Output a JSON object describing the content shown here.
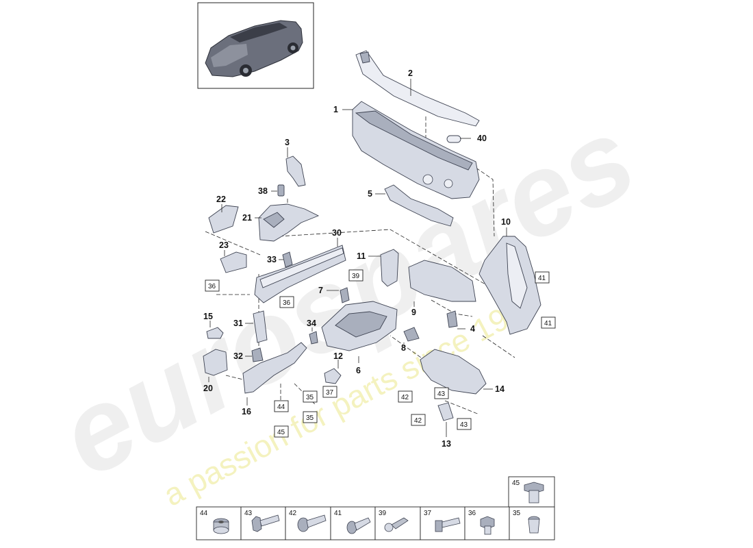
{
  "watermark": {
    "brand": "eurospares",
    "tagline": "a passion for parts since 1985"
  },
  "callouts": {
    "p1": "1",
    "p2": "2",
    "p3": "3",
    "p4": "4",
    "p5": "5",
    "p6": "6",
    "p7": "7",
    "p8": "8",
    "p9": "9",
    "p10": "10",
    "p11": "11",
    "p12": "12",
    "p13": "13",
    "p14": "14",
    "p15": "15",
    "p16": "16",
    "p20": "20",
    "p21": "21",
    "p22": "22",
    "p23": "23",
    "p30": "30",
    "p31": "31",
    "p32": "32",
    "p33": "33",
    "p34": "34",
    "p38": "38",
    "p40": "40"
  },
  "boxed_refs": {
    "r36a": "36",
    "r36b": "36",
    "r39": "39",
    "r41a": "41",
    "r41b": "41",
    "r35a": "35",
    "r35b": "35",
    "r37": "37",
    "r44": "44",
    "r45": "45",
    "r42a": "42",
    "r42b": "42",
    "r43a": "43",
    "r43b": "43"
  },
  "legend": {
    "top": "45",
    "cells": [
      "44",
      "43",
      "42",
      "41",
      "39",
      "37",
      "36",
      "35"
    ]
  },
  "colors": {
    "part_fill": "#d6dae4",
    "outline": "#3c4150",
    "watermark_grey": "#eeeeee",
    "watermark_yellow": "#f4f2bf"
  }
}
